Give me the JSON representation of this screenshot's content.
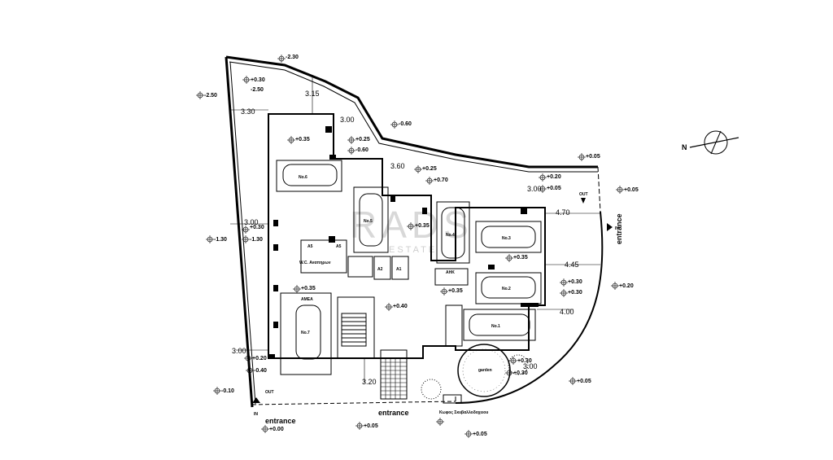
{
  "watermark": {
    "brand": "RADS",
    "sub": "ESTATE"
  },
  "entrances": {
    "left": "entrance",
    "bottom": "entrance",
    "right": "entrance",
    "in": "IN",
    "out": "OUT"
  },
  "north_label": "N",
  "rooms": {
    "amea": "ΑΜΕΑ",
    "wc": "W.C. Αναπηρων",
    "ahk": "ΑΗΚ",
    "kiosk": "Κωφος Σκυβαλλοδοχειου",
    "garden": "garden"
  },
  "parking": [
    "Νο.6",
    "Νο.5",
    "Νο.4",
    "Νο.3",
    "Νο.2",
    "Νο.1",
    "Νο.7"
  ],
  "levels": [
    "-2.30",
    "+0.30",
    "-2.50",
    "-2.50",
    "-0.60",
    "+0.35",
    "+0.25",
    "-0.60",
    "+0.25",
    "+0.70",
    "+0.35",
    "+0.05",
    "+0.20",
    "+0.05",
    "+0.05",
    "+0.30",
    "-1.30",
    "-1.30",
    "+0.35",
    "+0.35",
    "+0.35",
    "+0.40",
    "+0.30",
    "+0.30",
    "+0.20",
    "+0.30",
    "+0.30",
    "+0.20",
    "-0.40",
    "+0.05",
    "-0.10",
    "+0.00",
    "+0.05",
    "+0.05"
  ],
  "dims": [
    "3.15",
    "3.30",
    "3.00",
    "3.60",
    "3.00",
    "4.70",
    "3.00",
    "4.45",
    "4.00",
    "3.00",
    "3.20",
    "3.00"
  ],
  "unit_labels": {
    "a1": "A1",
    "a2": "A2",
    "a5": "A5"
  }
}
